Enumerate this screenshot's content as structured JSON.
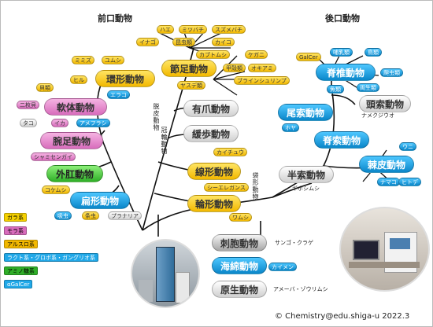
{
  "headers": {
    "protostome": "前口動物",
    "deuterostome": "後口動物"
  },
  "phyla": {
    "annelida": "環形動物",
    "mollusca": "軟体動物",
    "brachiopoda": "腕足動物",
    "entoprocta": "外肛動物",
    "platyhelminthes": "扁形動物",
    "arthropoda": "節足動物",
    "onychophora": "有爪動物",
    "tardigrada": "緩歩動物",
    "nematoda": "線形動物",
    "rotifera": "輪形動物",
    "chordata_vert": "脊椎動物",
    "urochordata": "尾索動物",
    "cephalochordata": "頭索動物",
    "chordata": "脊索動物",
    "hemichordata": "半索動物",
    "echinodermata": "棘皮動物",
    "cnidaria": "刺胞動物",
    "porifera": "海綿動物",
    "protozoa": "原生動物"
  },
  "groups": {
    "ecdysozoa_v": "脱皮動物",
    "lophotrochozoa_v": "冠輪動物",
    "aschelminthes_v": "袋形動物"
  },
  "species": {
    "hae": "ハエ",
    "mitsubachi": "ミツバチ",
    "suzumebachi": "スズメバチ",
    "inago": "イナゴ",
    "konchurui": "昆虫類",
    "kaiko": "カイコ",
    "kabutomushi": "カブトムシ",
    "kegani": "ケガニ",
    "koukakurui": "甲殻類",
    "okiami": "オキアミ",
    "brine": "ブラインシュリンプ",
    "yasude": "ヤスデ類",
    "mimizu": "ミミズ",
    "yumushi": "ユムシ",
    "hiru": "ヒル",
    "eraco": "エラコ",
    "kaigai": "貝類",
    "nimaigai": "二枚貝",
    "tako": "タコ",
    "ika": "イカ",
    "amefurashi": "アメフラシ",
    "shamisengai": "シャミセンガイ",
    "kokemushi": "コケムシ",
    "kyuchu": "吸虫",
    "jochu": "条虫",
    "planaria": "プラナリア",
    "kaichu": "カイチュウ",
    "elegans": "シーエレガンス",
    "wamushi": "ワムシ",
    "galcer": "GalCer",
    "honyurui": "哺乳類",
    "chorui": "鳥類",
    "hachurui": "爬虫類",
    "gyorui": "魚類",
    "ryoseirui": "両生類",
    "hoya": "ホヤ",
    "namekujiuo": "ナメクジウオ",
    "uni": "ウニ",
    "namako": "ナマコ",
    "hitode": "ヒトデ",
    "gibosimusi": "ギボシムシ",
    "sango": "サンゴ・クラゲ",
    "kaimen": "カイメン",
    "amoeba": "アメーバ・ゾウリムシ"
  },
  "legend": [
    "ガラ系",
    "モラ系",
    "アルスロ系",
    "ラクト系・グロボ系・ガングリオ系",
    "アミノ糖系",
    "αGalCer"
  ],
  "colors": {
    "gara": "#f5d100",
    "mora": "#d86cbc",
    "arthro": "#f2b800",
    "lacto": "#20a8e8",
    "amino": "#2fae28",
    "agalcer": "#20a8e8"
  },
  "copyright": "© Chemistry@edu.shiga-u 2022.3"
}
